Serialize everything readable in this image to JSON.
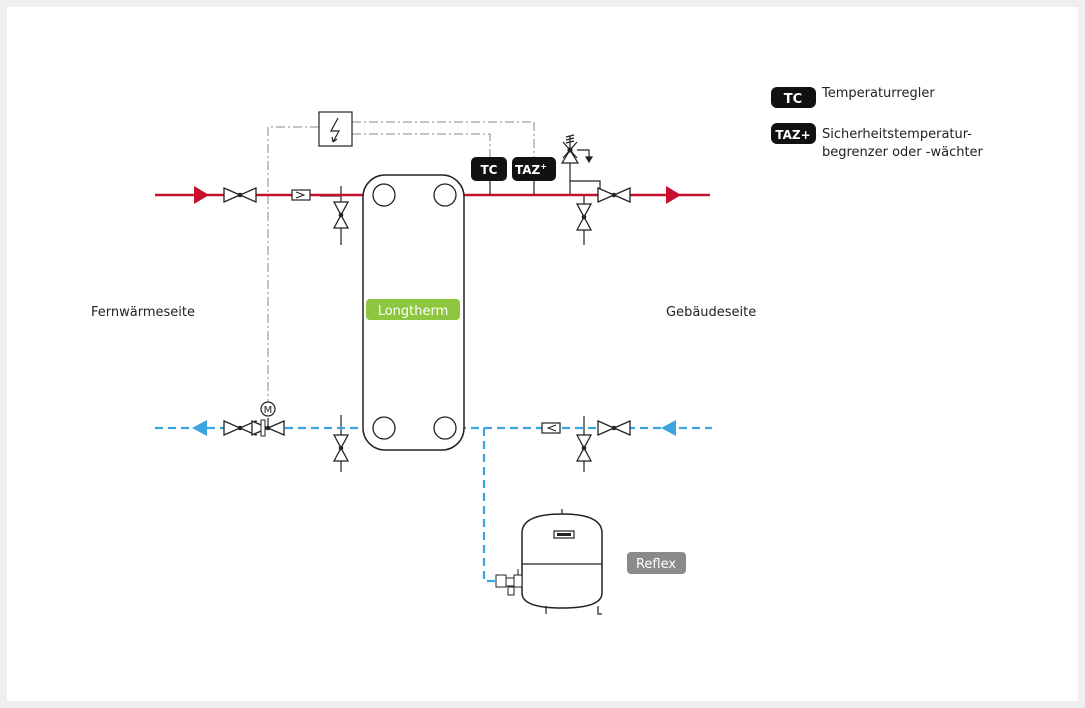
{
  "labels": {
    "left_side": "Fernwärmeseite",
    "right_side": "Gebäudeseite",
    "exchanger": "Longtherm",
    "vessel": "Reflex",
    "motor": "M",
    "tc_tag": "TC",
    "taz_tag": "TAZ",
    "taz_sup": "+"
  },
  "legend": {
    "tc_badge": "TC",
    "tc_text": "Temperaturregler",
    "taz_badge": "TAZ+",
    "taz_text_line1": "Sicherheitstemperatur-",
    "taz_text_line2": "begrenzer oder -wächter"
  },
  "colors": {
    "supply_line": "#c8102e",
    "return_line": "#3aa6dd",
    "exchanger_label_bg": "#8dc63f",
    "vessel_label_bg": "#8a8a8a",
    "badge_bg": "#111111",
    "stroke": "#222222",
    "control_line": "#888888"
  },
  "icons": {
    "controller": "lightning-icon",
    "flow_in_arrow": "arrow-right-icon",
    "flow_out_arrow": "arrow-left-icon"
  }
}
